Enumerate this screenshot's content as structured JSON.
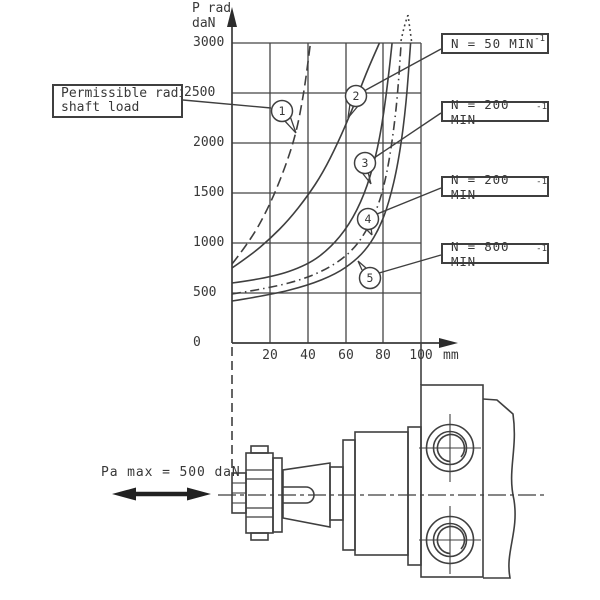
{
  "chart_data": {
    "type": "line",
    "title": "Permissible radial shaft load",
    "ylabel_lines": [
      "P rad",
      "daN"
    ],
    "xlabel": "mm",
    "xlim": [
      0,
      100
    ],
    "ylim": [
      0,
      3000
    ],
    "grid": true,
    "x_ticks": [
      "20",
      "40",
      "60",
      "80",
      "100"
    ],
    "y_ticks": [
      "3000",
      "2500",
      "2000",
      "1500",
      "1000",
      "500",
      "0"
    ],
    "series": [
      {
        "marker": "1",
        "label": "Permissible radial shaft load",
        "style": "dashed",
        "points": [
          [
            0,
            790
          ],
          [
            10,
            1030
          ],
          [
            20,
            1380
          ],
          [
            28,
            1750
          ],
          [
            34,
            2100
          ],
          [
            38,
            2500
          ],
          [
            40.5,
            2850
          ],
          [
            41.5,
            3000
          ]
        ]
      },
      {
        "marker": "2",
        "label": "N = 50 MIN",
        "label_sup": "-1",
        "style": "solid",
        "points": [
          [
            0,
            750
          ],
          [
            10,
            880
          ],
          [
            20,
            1040
          ],
          [
            30,
            1230
          ],
          [
            40,
            1470
          ],
          [
            48,
            1700
          ],
          [
            56,
            2000
          ],
          [
            64,
            2350
          ],
          [
            71,
            2700
          ],
          [
            78,
            3000
          ]
        ]
      },
      {
        "marker": "3",
        "label": "N = 200 MIN",
        "label_sup": "-1",
        "style": "solid",
        "points": [
          [
            0,
            600
          ],
          [
            20,
            650
          ],
          [
            40,
            780
          ],
          [
            52,
            950
          ],
          [
            62,
            1180
          ],
          [
            70,
            1480
          ],
          [
            76,
            1850
          ],
          [
            80,
            2250
          ],
          [
            83,
            2700
          ],
          [
            84.7,
            3000
          ]
        ]
      },
      {
        "marker": "4",
        "label": "N = 200 MIN",
        "label_sup": "-1",
        "style": "solid",
        "points": [
          [
            0,
            420
          ],
          [
            20,
            480
          ],
          [
            40,
            575
          ],
          [
            55,
            690
          ],
          [
            65,
            820
          ],
          [
            72,
            960
          ],
          [
            78,
            1150
          ],
          [
            83,
            1400
          ],
          [
            88,
            1800
          ],
          [
            92,
            2350
          ],
          [
            94.5,
            3000
          ]
        ]
      },
      {
        "marker": "5",
        "label": "N = 800 MIN",
        "label_sup": "-1",
        "style": "dashdot",
        "points": [
          [
            0,
            490
          ],
          [
            20,
            550
          ],
          [
            40,
            650
          ],
          [
            55,
            790
          ],
          [
            65,
            950
          ],
          [
            72,
            1150
          ],
          [
            78,
            1400
          ],
          [
            82,
            1700
          ],
          [
            85,
            2050
          ],
          [
            87.5,
            2450
          ],
          [
            89.5,
            3000
          ]
        ]
      }
    ]
  },
  "title_box": {
    "lines": [
      "Permissible radial",
      "shaft load"
    ]
  },
  "drawing": {
    "axial_load_label": "Pa max = 500 daN"
  }
}
